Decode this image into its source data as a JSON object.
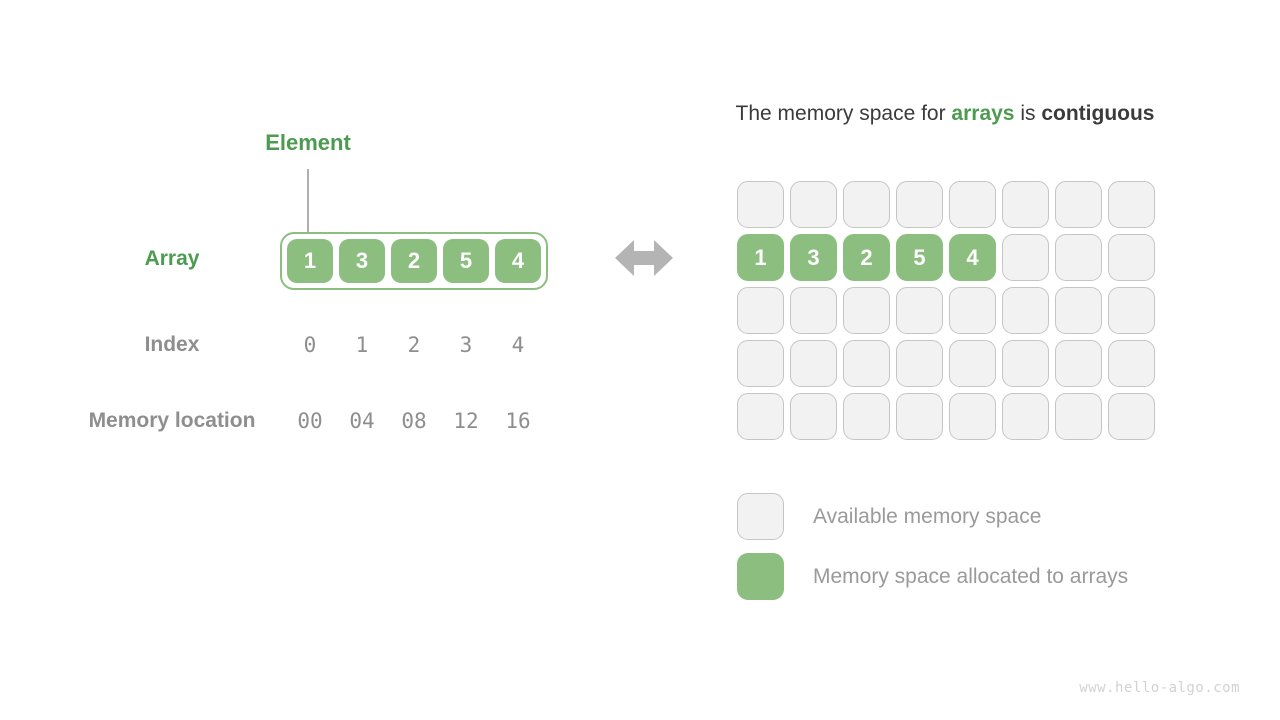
{
  "left": {
    "element_label": "Element",
    "array_label": "Array",
    "array_values": [
      "1",
      "3",
      "2",
      "5",
      "4"
    ],
    "index_label": "Index",
    "index_values": [
      "0",
      "1",
      "2",
      "3",
      "4"
    ],
    "memory_label": "Memory location",
    "memory_values": [
      "00",
      "04",
      "08",
      "12",
      "16"
    ]
  },
  "title": {
    "prefix": "The memory space for ",
    "highlight": "arrays",
    "middle": " is ",
    "bold": "contiguous"
  },
  "memory_grid": {
    "rows": 5,
    "cols": 8,
    "allocated_row": 1,
    "allocated_values": [
      "1",
      "3",
      "2",
      "5",
      "4"
    ]
  },
  "legend": [
    {
      "swatch": "available",
      "label": "Available memory space"
    },
    {
      "swatch": "allocated",
      "label": "Memory space allocated to arrays"
    }
  ],
  "watermark": "www.hello-algo.com",
  "colors": {
    "green_fill": "#8cbe80",
    "green_text": "#4c9b50",
    "gray_text": "#8e8e8e",
    "cell_fill": "#f2f2f2",
    "cell_border": "#c5c5c5",
    "title_text": "#3b3b3b",
    "arrow": "#b4b4b4"
  }
}
